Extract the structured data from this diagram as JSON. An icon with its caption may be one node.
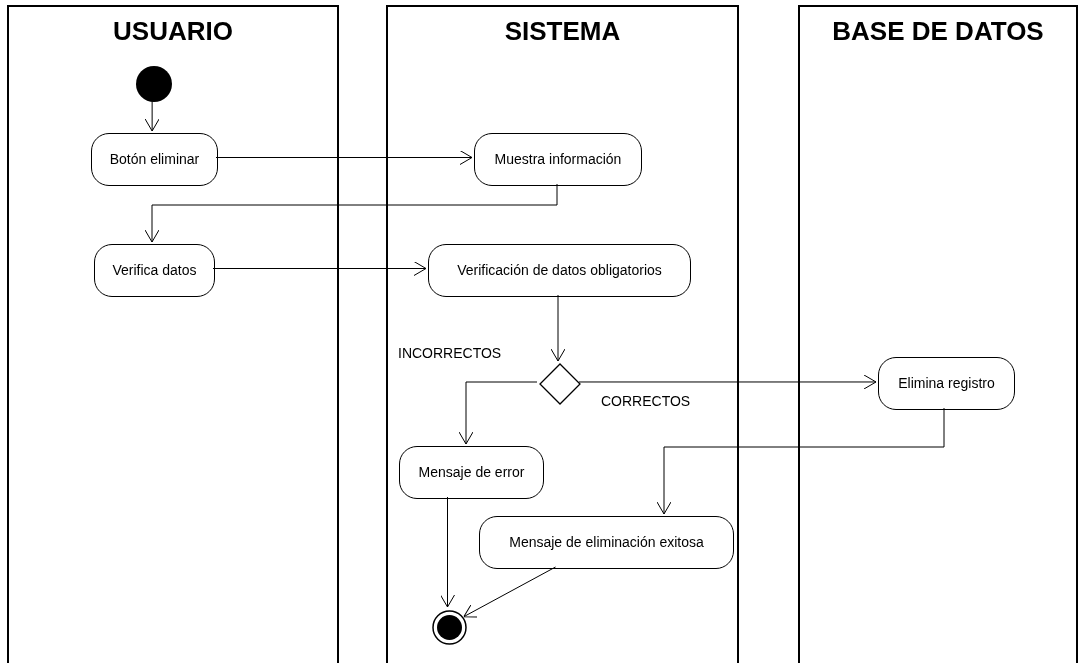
{
  "diagram": {
    "nodes": [
      {
        "text": [
          "USUARIO"
        ]
      },
      {
        "text": [
          "SISTEMA"
        ]
      },
      {
        "text": [
          "BASE DE DATOS"
        ]
      },
      {
        "text": [],
        "shape": "circle",
        "in": 0
      },
      {
        "text": [
          "Botón eliminar"
        ],
        "in": 0
      },
      {
        "text": [
          "Muestra información"
        ],
        "in": 1
      },
      {
        "text": [
          "Verifica datos"
        ],
        "in": 0
      },
      {
        "text": [
          "Verificación de datos obligatorios"
        ],
        "in": 1
      },
      {
        "text": [],
        "shape": "diamond",
        "in": 1
      },
      {
        "text": [
          "Elimina registro"
        ],
        "in": 2
      },
      {
        "text": [
          "Mensaje de error"
        ],
        "in": 1
      },
      {
        "text": [
          "Mensaje de eliminación exitosa"
        ],
        "in": 1
      },
      {
        "text": [],
        "shape": "circle",
        "in": 1
      }
    ],
    "edges": [
      {
        "from": 3,
        "to": 4,
        "arrow": "to"
      },
      {
        "from": 4,
        "to": 5,
        "arrow": "to"
      },
      {
        "from": 5,
        "to": 6,
        "arrow": "to"
      },
      {
        "from": 6,
        "to": 7,
        "arrow": "to"
      },
      {
        "from": 7,
        "to": 8,
        "arrow": "to"
      },
      {
        "from": 8,
        "to": 9,
        "arrow": "to",
        "label": "CORRECTOS"
      },
      {
        "from": 8,
        "to": 10,
        "arrow": "to",
        "label": "INCORRECTOS"
      },
      {
        "from": 9,
        "to": 11,
        "arrow": "to"
      },
      {
        "from": 10,
        "to": 12,
        "arrow": "to"
      },
      {
        "from": 11,
        "to": 12,
        "arrow": "to"
      }
    ]
  }
}
